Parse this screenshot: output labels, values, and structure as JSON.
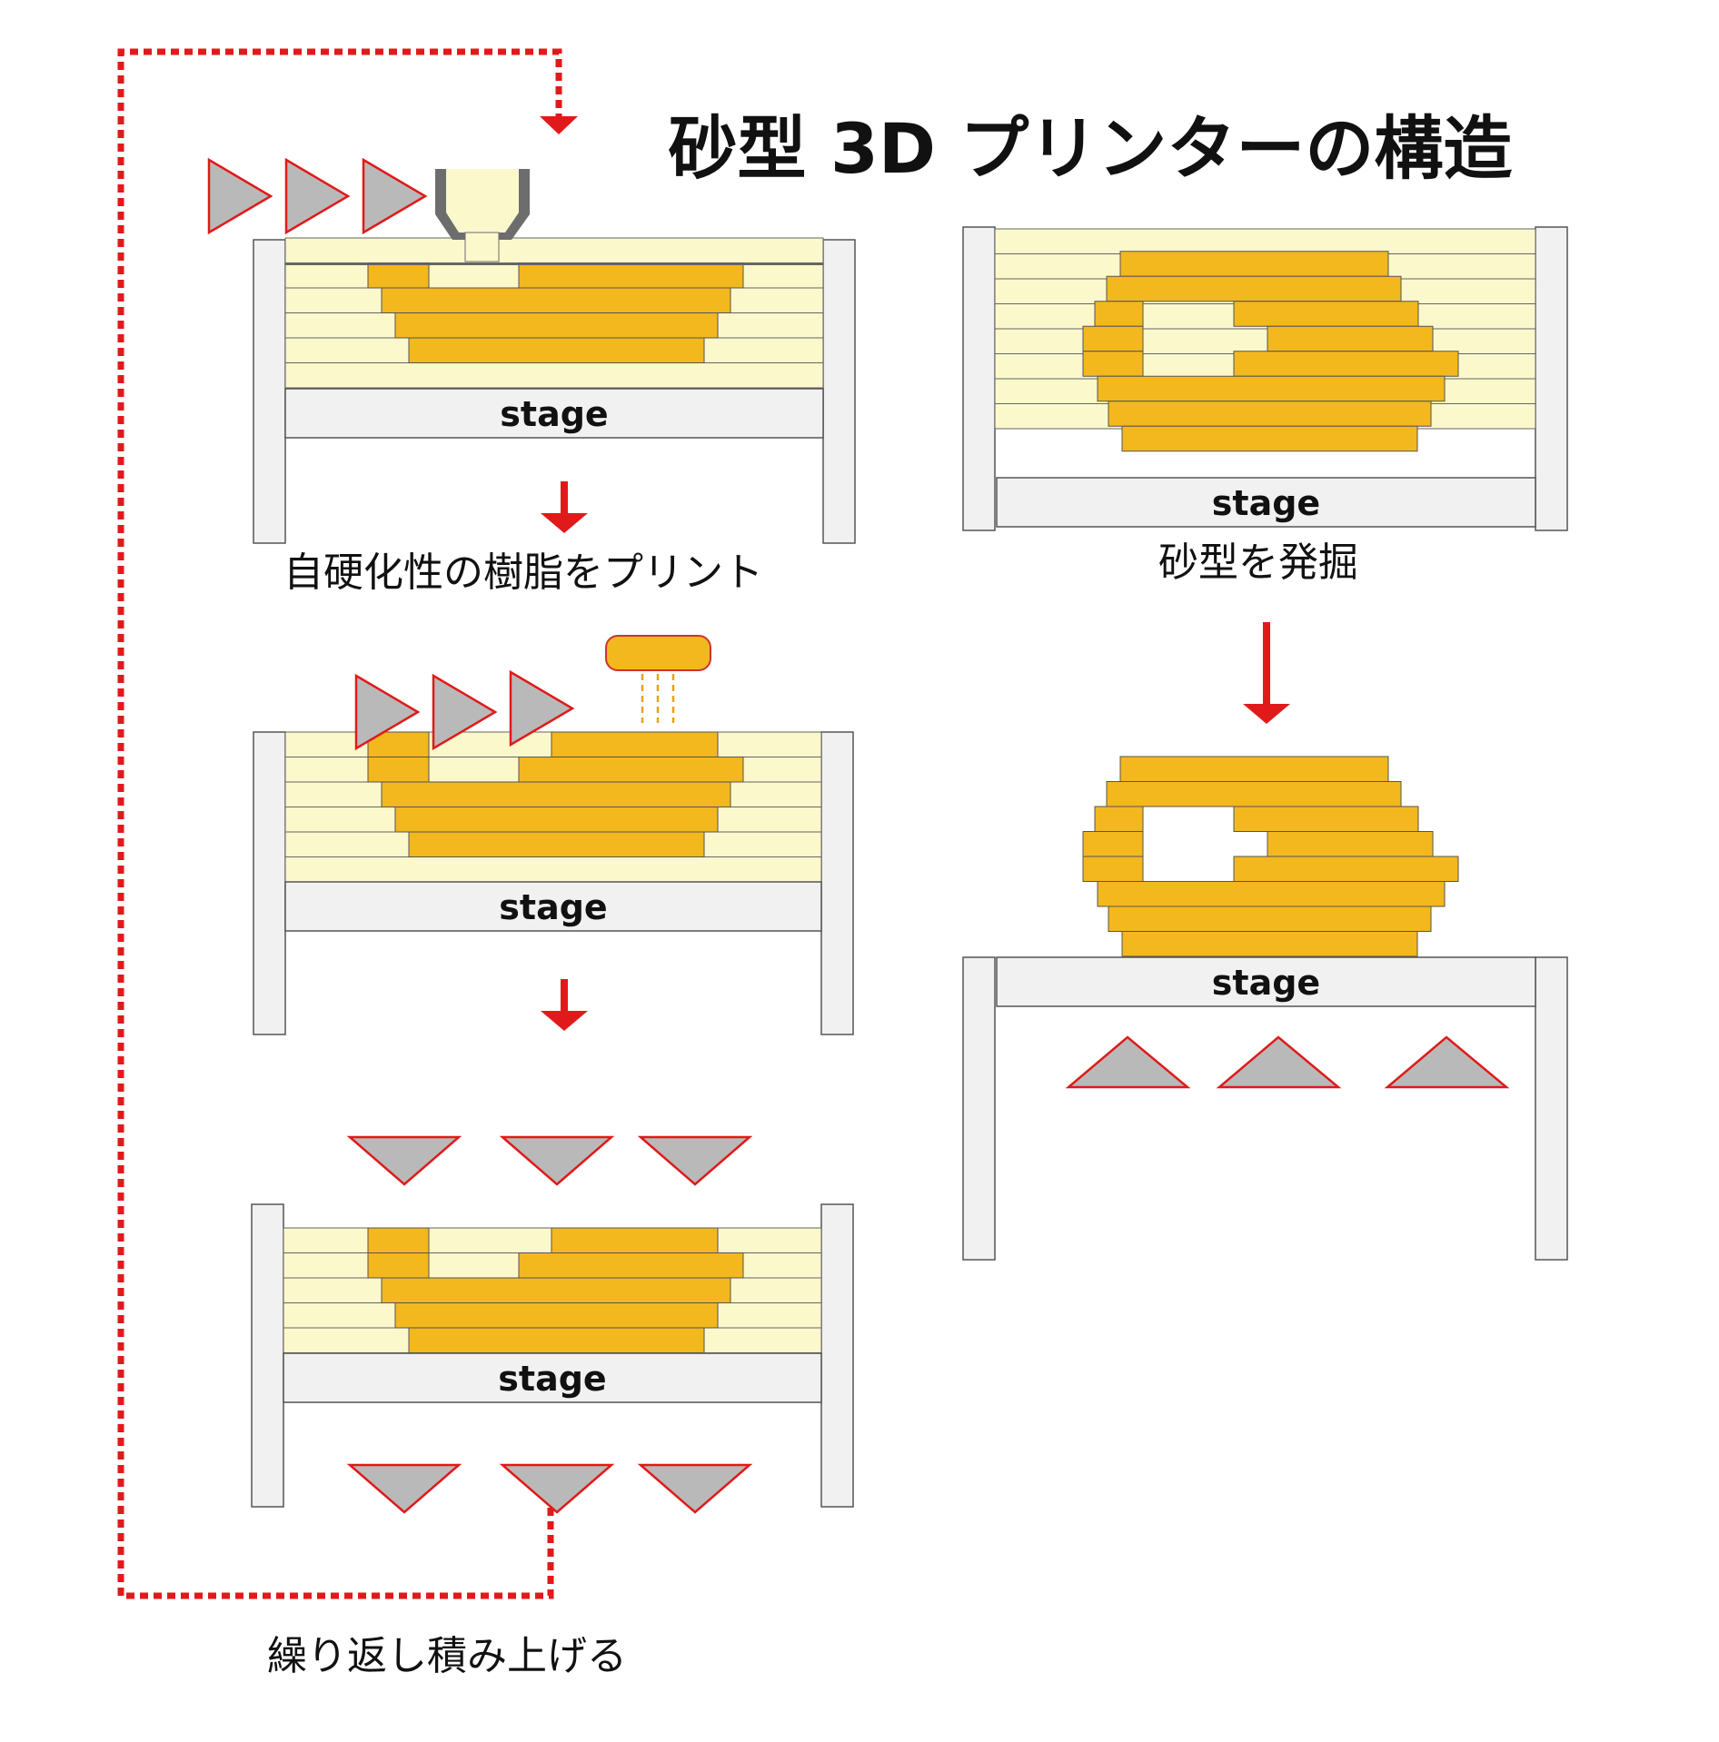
{
  "title": "砂型 3D プリンターの構造",
  "captions": {
    "step1": "自硬化性の樹脂をプリント",
    "repeat": "繰り返し積み上げる",
    "excavate": "砂型を発掘"
  },
  "stage_label": "stage",
  "colors": {
    "sand": "#fbf8cc",
    "resin": "#f2b81e",
    "frame": "#f1f1f1",
    "arrow": "#e01a1a",
    "triangle_fill": "#b9b9b9",
    "nozzle": "#6d6d6d"
  },
  "icons": [
    "recoater-direction-triangle-icon",
    "vibration-triangle-icon",
    "down-arrow-icon",
    "resin-nozzle-icon",
    "curing-head-icon",
    "loop-dotted-arrow-icon"
  ]
}
